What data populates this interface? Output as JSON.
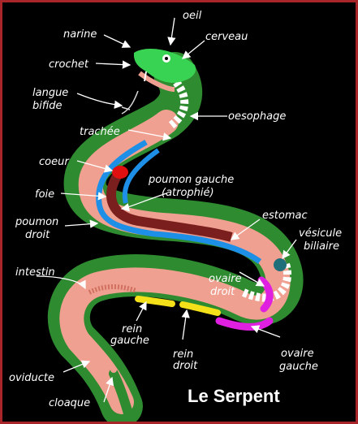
{
  "title": "Le Serpent",
  "labels": {
    "oeil": "oeil",
    "narine": "narine",
    "cerveau": "cerveau",
    "crochet": "crochet",
    "langue_line1": "langue",
    "langue_line2": "bifide",
    "oesophage": "oesophage",
    "trachee": "trachée",
    "coeur": "coeur",
    "poumon_gauche_line1": "poumon gauche",
    "poumon_gauche_line2": "(atrophié)",
    "foie": "foie",
    "poumon_droit_line1": "poumon",
    "poumon_droit_line2": "droit",
    "estomac": "estomac",
    "vesicule_line1": "vésicule",
    "vesicule_line2": "biliaire",
    "intestin": "intestin",
    "ovaire_droit_line1": "ovaire",
    "ovaire_droit_line2": "droit",
    "rein_gauche_line1": "rein",
    "rein_gauche_line2": "gauche",
    "rein_droit_line1": "rein",
    "rein_droit_line2": "droit",
    "ovaire_gauche_line1": "ovaire",
    "ovaire_gauche_line2": "gauche",
    "oviducte": "oviducte",
    "cloaque": "cloaque"
  },
  "colors": {
    "background": "#000000",
    "frame": "#a8262a",
    "body_green": "#2e8b30",
    "bright_green": "#39d353",
    "skin_pink": "#f0a090",
    "lung_blue": "#1e8fe6",
    "liver": "#7a1e1e",
    "heart": "#e01010",
    "ovary": "#e020e0",
    "kidney": "#f5e11a",
    "gallbladder": "#1f6f7a"
  }
}
